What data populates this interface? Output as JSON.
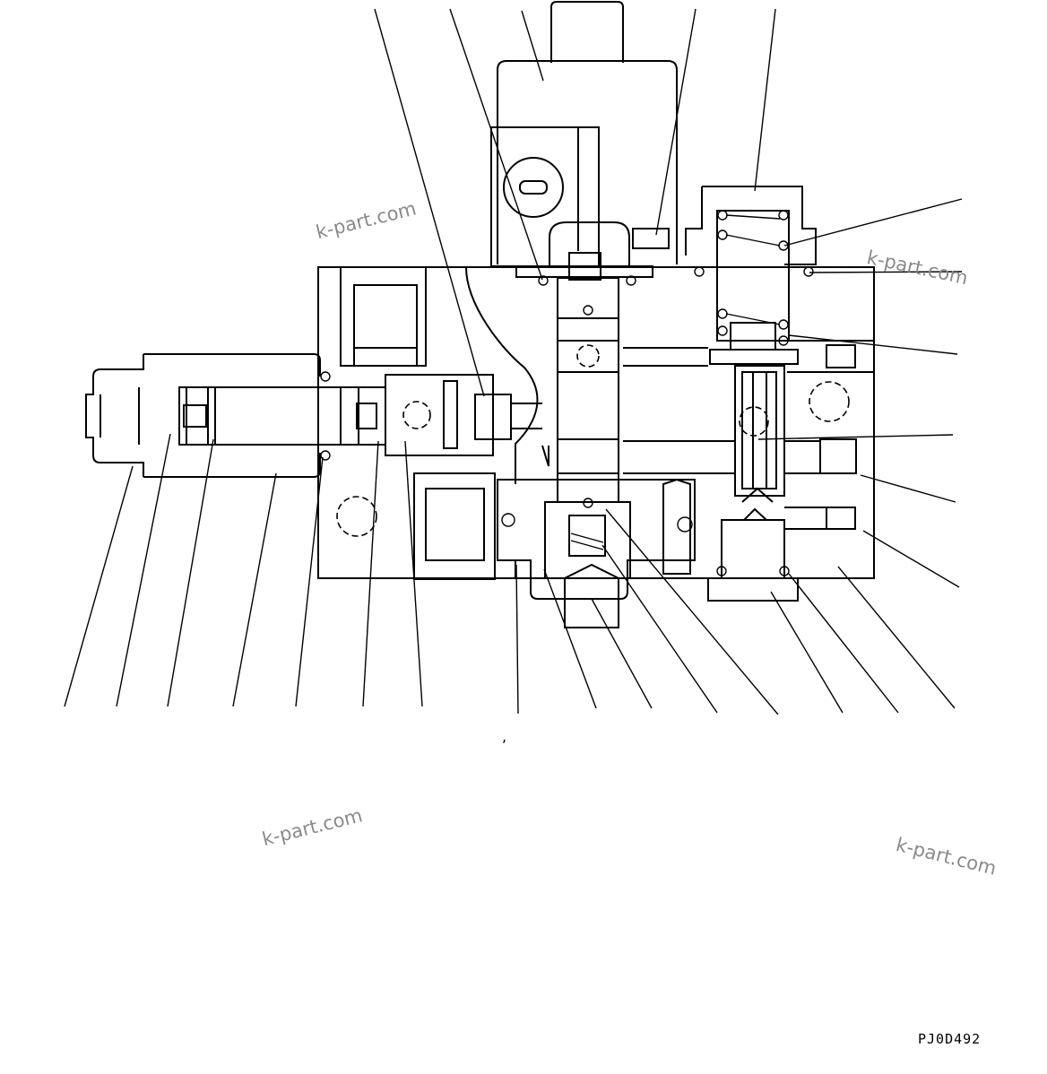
{
  "drawing": {
    "code": "PJ0D492",
    "stray_mark": ","
  },
  "watermarks": [
    "k-part.com",
    "k-part.com",
    "k-part.com",
    "k-part.com"
  ]
}
